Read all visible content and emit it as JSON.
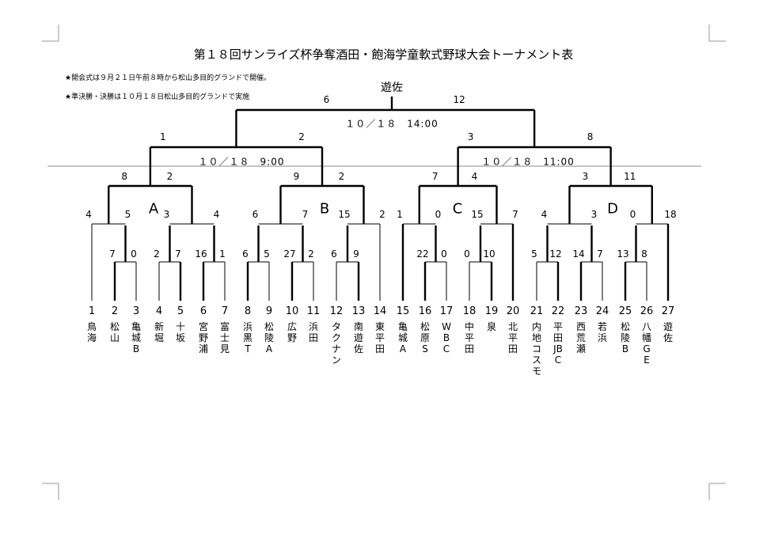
{
  "title": "第１８回サンライズ杯争奪酒田・飽海学童軟式野球大会トーナメント表",
  "notes": [
    "★開会式は９月２１日午前８時から松山多目的グランドで開催。",
    "★準決勝・決勝は１０月１８日松山多目的グランドで実施"
  ],
  "champion": "遊佐",
  "schedules": {
    "final": "１０／１８　14:00",
    "semi_left": "１０／１８　9:00",
    "semi_right": "１０／１８　11:00"
  },
  "groups": [
    "A",
    "B",
    "C",
    "D"
  ],
  "teams": [
    {
      "no": "1",
      "name": "鳥海"
    },
    {
      "no": "2",
      "name": "松山"
    },
    {
      "no": "3",
      "name": "亀城B"
    },
    {
      "no": "4",
      "name": "新堀"
    },
    {
      "no": "5",
      "name": "十坂"
    },
    {
      "no": "6",
      "name": "宮野浦"
    },
    {
      "no": "7",
      "name": "富士見"
    },
    {
      "no": "8",
      "name": "浜黒T"
    },
    {
      "no": "9",
      "name": "松陵A"
    },
    {
      "no": "10",
      "name": "広野"
    },
    {
      "no": "11",
      "name": "浜田"
    },
    {
      "no": "12",
      "name": "タクナン"
    },
    {
      "no": "13",
      "name": "南遊佐"
    },
    {
      "no": "14",
      "name": "東平田"
    },
    {
      "no": "15",
      "name": "亀城A"
    },
    {
      "no": "16",
      "name": "松原S"
    },
    {
      "no": "17",
      "name": "WBC"
    },
    {
      "no": "18",
      "name": "中平田"
    },
    {
      "no": "19",
      "name": "泉"
    },
    {
      "no": "20",
      "name": "北平田"
    },
    {
      "no": "21",
      "name": "内地コスモ"
    },
    {
      "no": "22",
      "name": "平田JBC"
    },
    {
      "no": "23",
      "name": "西荒瀬"
    },
    {
      "no": "24",
      "name": "若浜"
    },
    {
      "no": "25",
      "name": "松陵B"
    },
    {
      "no": "26",
      "name": "八幡GE"
    },
    {
      "no": "27",
      "name": "遊佐"
    }
  ],
  "scores": {
    "r1": [
      "7",
      "0",
      "2",
      "7",
      "16",
      "1",
      "6",
      "5",
      "27",
      "2",
      "6",
      "9",
      "22",
      "0",
      "0",
      "10",
      "5",
      "12",
      "14",
      "7",
      "13",
      "8"
    ],
    "r2": [
      "4",
      "5",
      "3",
      "4",
      "6",
      "7",
      "15",
      "2",
      "1",
      "0",
      "15",
      "7",
      "4",
      "3",
      "0",
      "18"
    ],
    "r3": [
      "8",
      "2",
      "9",
      "2",
      "7",
      "4",
      "3",
      "11"
    ],
    "semi": [
      "1",
      "2",
      "3",
      "8"
    ],
    "final": [
      "6",
      "12"
    ]
  }
}
